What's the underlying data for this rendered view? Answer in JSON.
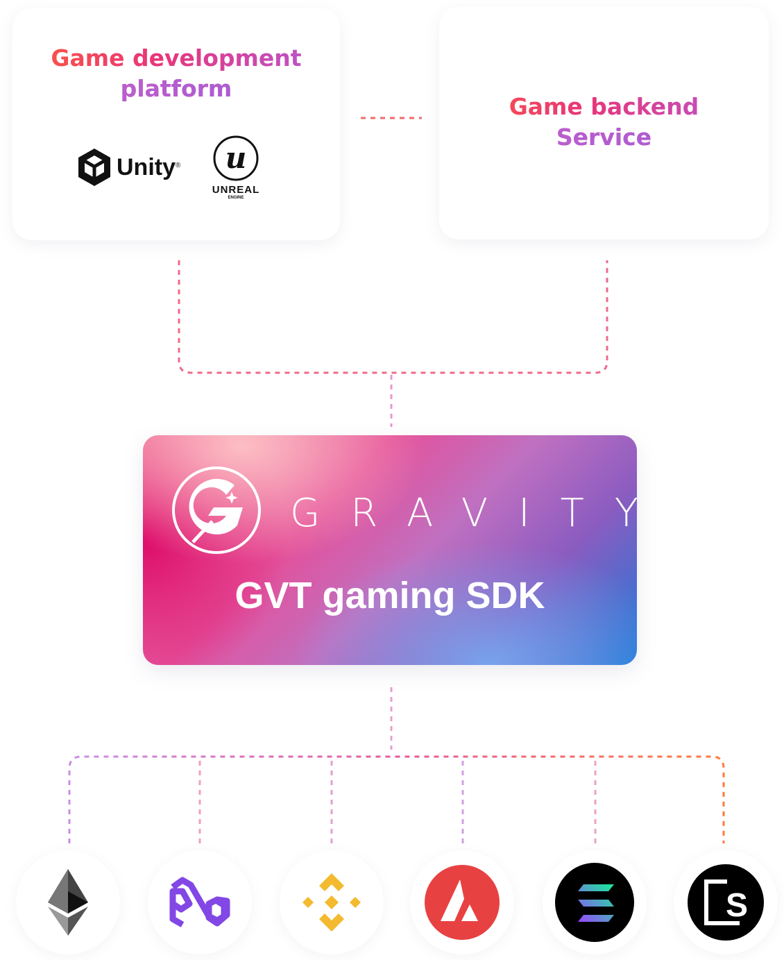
{
  "platform_box": {
    "title_line1": "Game development",
    "title_line2": "platform",
    "logos": [
      {
        "name": "Unity",
        "label": "Unity"
      },
      {
        "name": "Unreal Engine",
        "label": "UNREAL",
        "sublabel": "ENGINE"
      }
    ]
  },
  "backend_box": {
    "title_line1": "Game backend",
    "title_line2": "Service"
  },
  "sdk_card": {
    "brand": "GRAVITY",
    "title": "GVT gaming SDK"
  },
  "chains": [
    {
      "name": "ethereum-icon"
    },
    {
      "name": "polygon-icon"
    },
    {
      "name": "bnb-chain-icon"
    },
    {
      "name": "avalanche-icon"
    },
    {
      "name": "solana-icon"
    },
    {
      "name": "wallet-s-icon"
    }
  ],
  "colors": {
    "connector_start": "#e8357a",
    "connector_end": "#ff7a3c",
    "avalanche": "#e84142",
    "polygon": "#8247e5",
    "bnb": "#f3ba2f"
  }
}
